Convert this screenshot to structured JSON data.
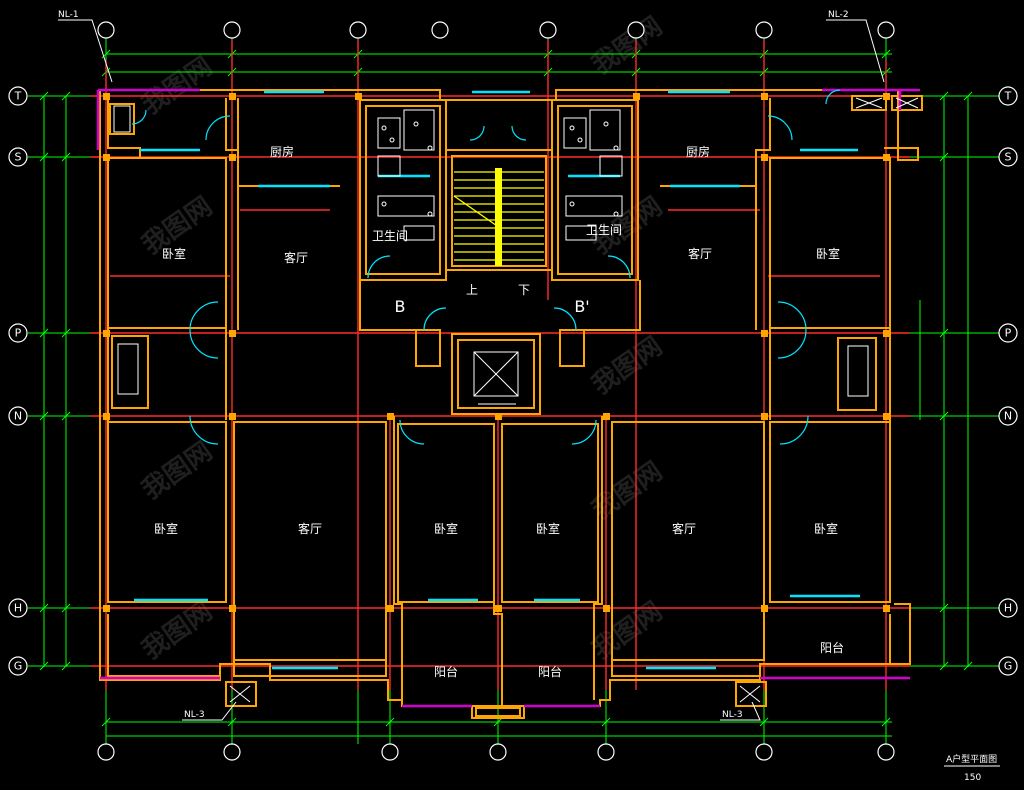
{
  "drawing": {
    "title": "A户型平面图",
    "scale": "150"
  },
  "column_axes": [
    "",
    "",
    "",
    "",
    "",
    "",
    "",
    ""
  ],
  "row_axes": [
    "T",
    "S",
    "P",
    "N",
    "H",
    "G"
  ],
  "tags": {
    "nl1": "NL-1",
    "nl2": "NL-2",
    "nl3_left": "NL-3",
    "nl3_right": "NL-3"
  },
  "rooms": {
    "kitchen_left": "厨房",
    "kitchen_right": "厨房",
    "bedroom_nw": "卧室",
    "living_nw": "客厅",
    "bath_left": "卫生间",
    "bath_right": "卫生间",
    "living_ne": "客厅",
    "bedroom_ne": "卧室",
    "bedroom_sw": "卧室",
    "living_sw": "客厅",
    "bedroom_sc1": "卧室",
    "bedroom_sc2": "卧室",
    "living_se": "客厅",
    "bedroom_se": "卧室",
    "balcony_sc1": "阳台",
    "balcony_sc2": "阳台",
    "balcony_se": "阳台"
  },
  "stair": {
    "up": "上",
    "down": "下"
  },
  "unit_marks": {
    "b": "B",
    "b_prime": "B'"
  },
  "colors": {
    "background": "#000000",
    "wall": "#ffa500",
    "axis": "#ff2a2a",
    "dimension": "#00ff00",
    "glass": "#00e5ff",
    "stair": "#ffff00",
    "balcony_rail": "#d000d0",
    "text": "#ffffff"
  }
}
